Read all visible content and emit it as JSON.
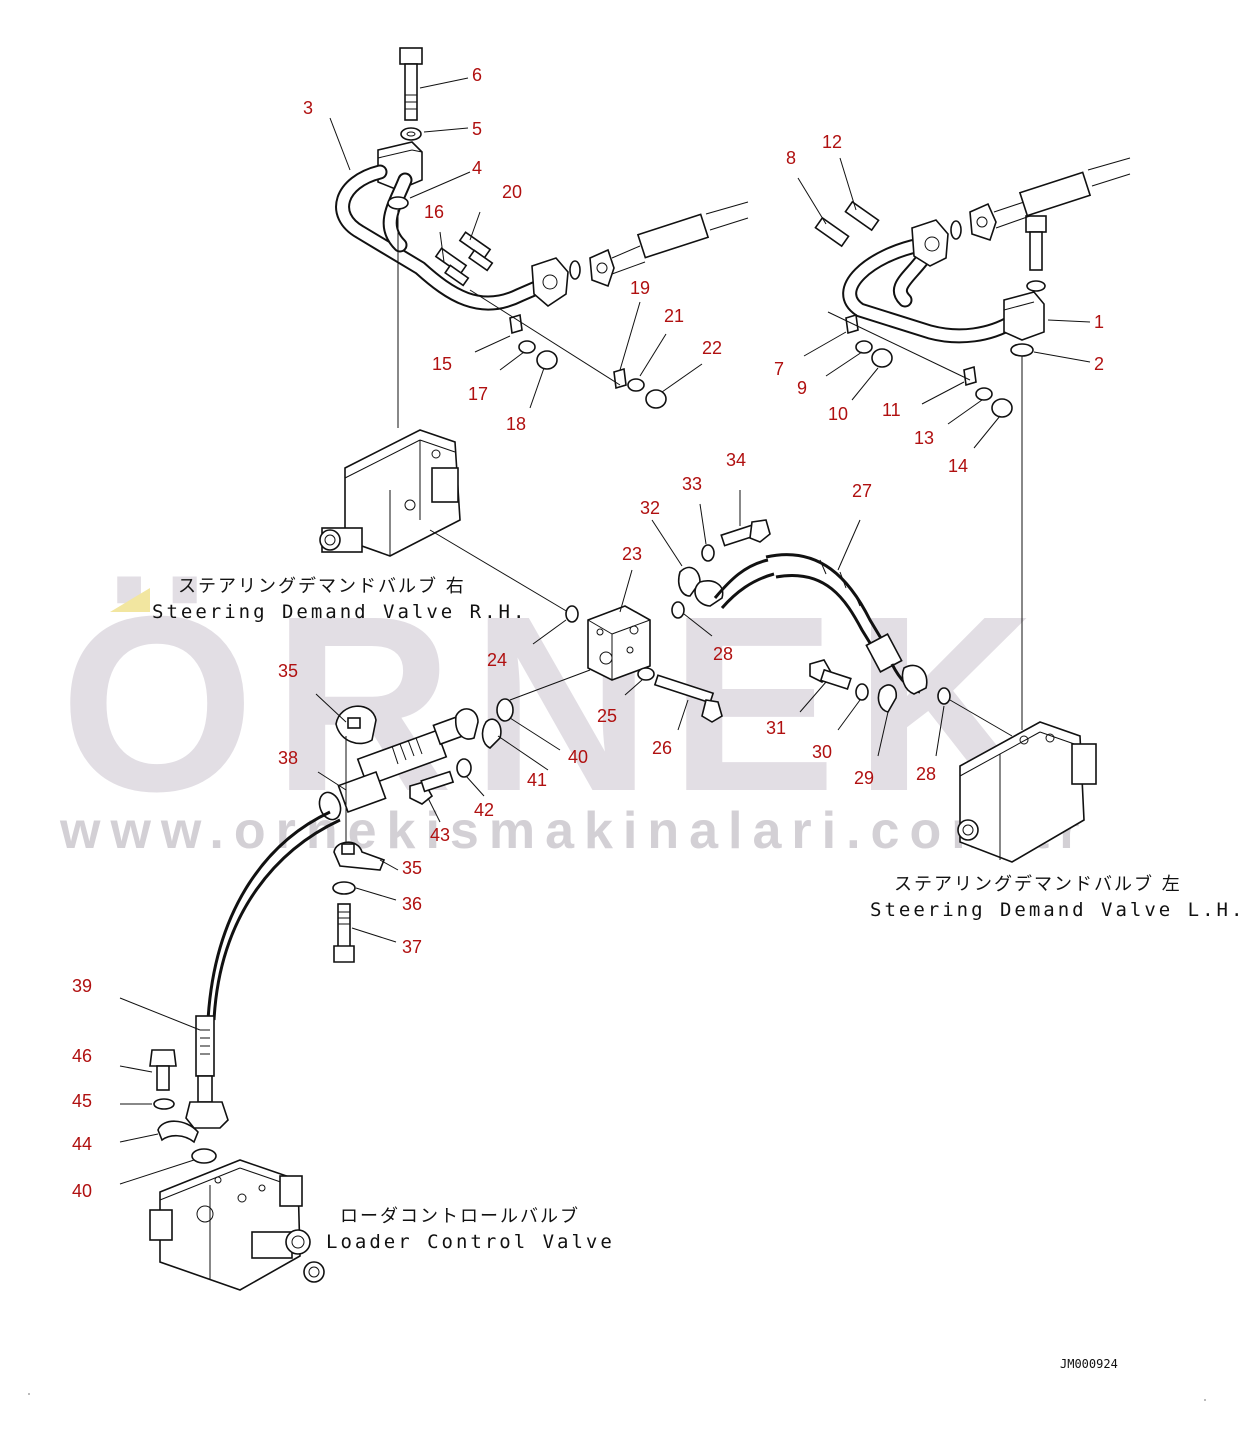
{
  "watermark": {
    "brand": "ÖRNEK",
    "url": "www.ornekismakinalari.com.tr"
  },
  "captions": {
    "rh_jp": "ステアリングデマンドバルブ 右",
    "rh_en": "Steering Demand Valve R.H.",
    "lh_jp": "ステアリングデマンドバルブ 左",
    "lh_en": "Steering Demand Valve L.H.",
    "loader_jp": "ローダコントロールバルブ",
    "loader_en": "Loader Control Valve"
  },
  "drawing_code": "JM000924",
  "part_labels": {
    "p1": "1",
    "p2": "2",
    "p3": "3",
    "p4": "4",
    "p5": "5",
    "p6": "6",
    "p7": "7",
    "p8": "8",
    "p9": "9",
    "p10": "10",
    "p11": "11",
    "p12": "12",
    "p13": "13",
    "p14": "14",
    "p15": "15",
    "p16": "16",
    "p17": "17",
    "p18": "18",
    "p19": "19",
    "p20": "20",
    "p21": "21",
    "p22": "22",
    "p23": "23",
    "p24": "24",
    "p25": "25",
    "p26": "26",
    "p27": "27",
    "p28a": "28",
    "p28b": "28",
    "p29": "29",
    "p30": "30",
    "p31": "31",
    "p32": "32",
    "p33": "33",
    "p34": "34",
    "p35a": "35",
    "p35b": "35",
    "p36": "36",
    "p37": "37",
    "p38": "38",
    "p39": "39",
    "p40a": "40",
    "p40b": "40",
    "p41": "41",
    "p42": "42",
    "p43": "43",
    "p44": "44",
    "p45": "45",
    "p46": "46"
  },
  "colors": {
    "label": "#b01010",
    "line": "#111111",
    "watermark": "#d9d4dc",
    "accent": "#f2e6a0"
  }
}
